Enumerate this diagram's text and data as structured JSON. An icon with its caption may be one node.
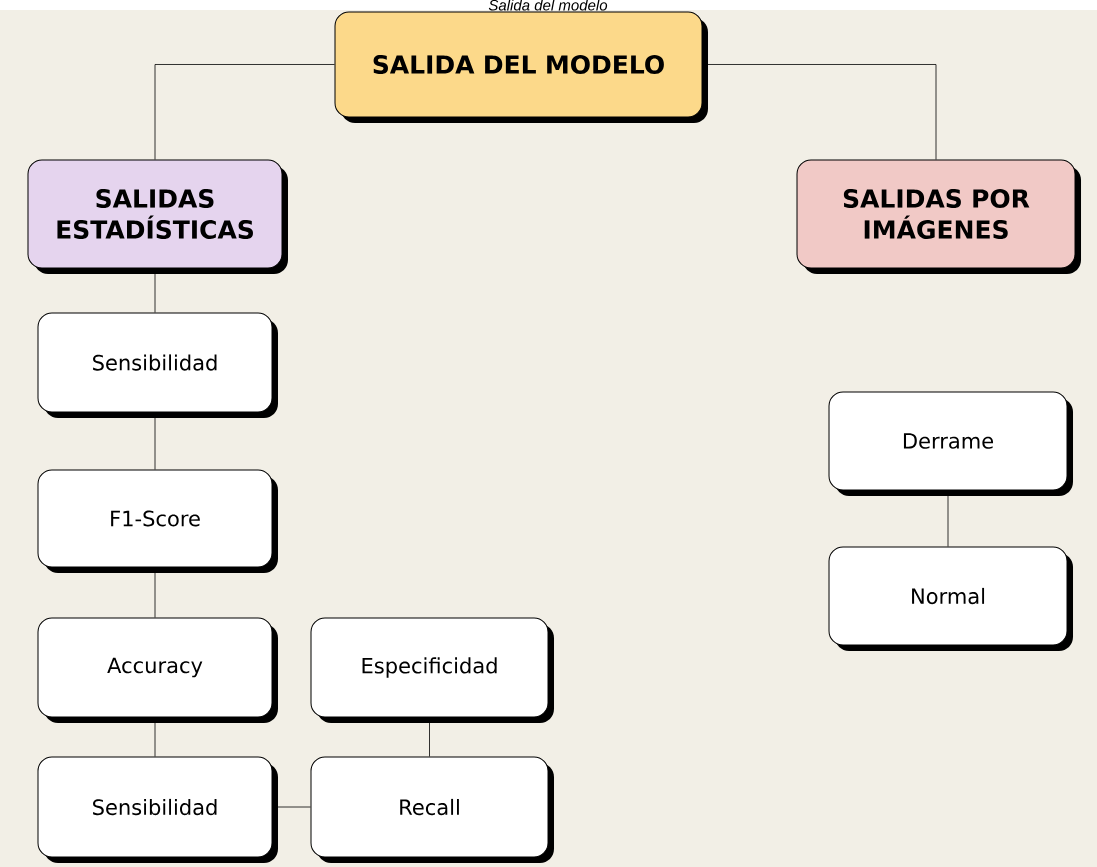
{
  "diagram": {
    "caption": "Salida del modelo",
    "nodes": [
      {
        "text": [
          "SALIDA DEL MODELO"
        ]
      },
      {
        "text": [
          "SALIDAS ESTADÍSTICAS"
        ]
      },
      {
        "text": [
          "SALIDAS POR IMÁGENES"
        ]
      },
      {
        "text": [
          "Sensibilidad"
        ]
      },
      {
        "text": [
          "F1-Score"
        ]
      },
      {
        "text": [
          "Accuracy"
        ]
      },
      {
        "text": [
          "Sensibilidad"
        ]
      },
      {
        "text": [
          "Especificidad"
        ]
      },
      {
        "text": [
          "Recall"
        ]
      },
      {
        "text": [
          "Derrame"
        ]
      },
      {
        "text": [
          "Normal"
        ]
      }
    ],
    "edges": [
      {
        "from": 0,
        "to": 1,
        "arrow": "none"
      },
      {
        "from": 0,
        "to": 2,
        "arrow": "none"
      },
      {
        "from": 1,
        "to": 3,
        "arrow": "none"
      },
      {
        "from": 3,
        "to": 4,
        "arrow": "none"
      },
      {
        "from": 4,
        "to": 5,
        "arrow": "none"
      },
      {
        "from": 5,
        "to": 6,
        "arrow": "none"
      },
      {
        "from": 6,
        "to": 8,
        "arrow": "none"
      },
      {
        "from": 7,
        "to": 8,
        "arrow": "none"
      },
      {
        "from": 9,
        "to": 10,
        "arrow": "none"
      }
    ]
  }
}
